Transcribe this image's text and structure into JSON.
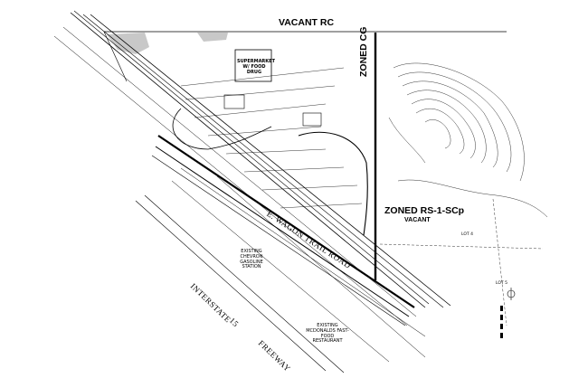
{
  "zones": {
    "vacant_rc": "VACANT RC",
    "zoned_cg": "ZONED CG",
    "zoned_rs": "ZONED RS-1-SCp",
    "vacant": "VACANT"
  },
  "roads": {
    "wagon_trail": "E. WAGON TRAIL ROAD",
    "interstate": "INTERSTATE",
    "route_number": "15",
    "freeway": "FREEWAY"
  },
  "buildings": {
    "supermarket": "SUPERMARKET W/ FOOD DRUG",
    "existing_chevron": "EXISTING CHEVRON GASOLINE STATION",
    "existing_mcdonalds": "EXISTING MCDONALDS FAST-FOOD RESTAURANT"
  },
  "lots": {
    "lot_4": "LOT 4",
    "lot_5": "LOT 5"
  },
  "colors": {
    "ink": "#000000",
    "paper": "#ffffff",
    "hatch": "#8a8a8a"
  }
}
